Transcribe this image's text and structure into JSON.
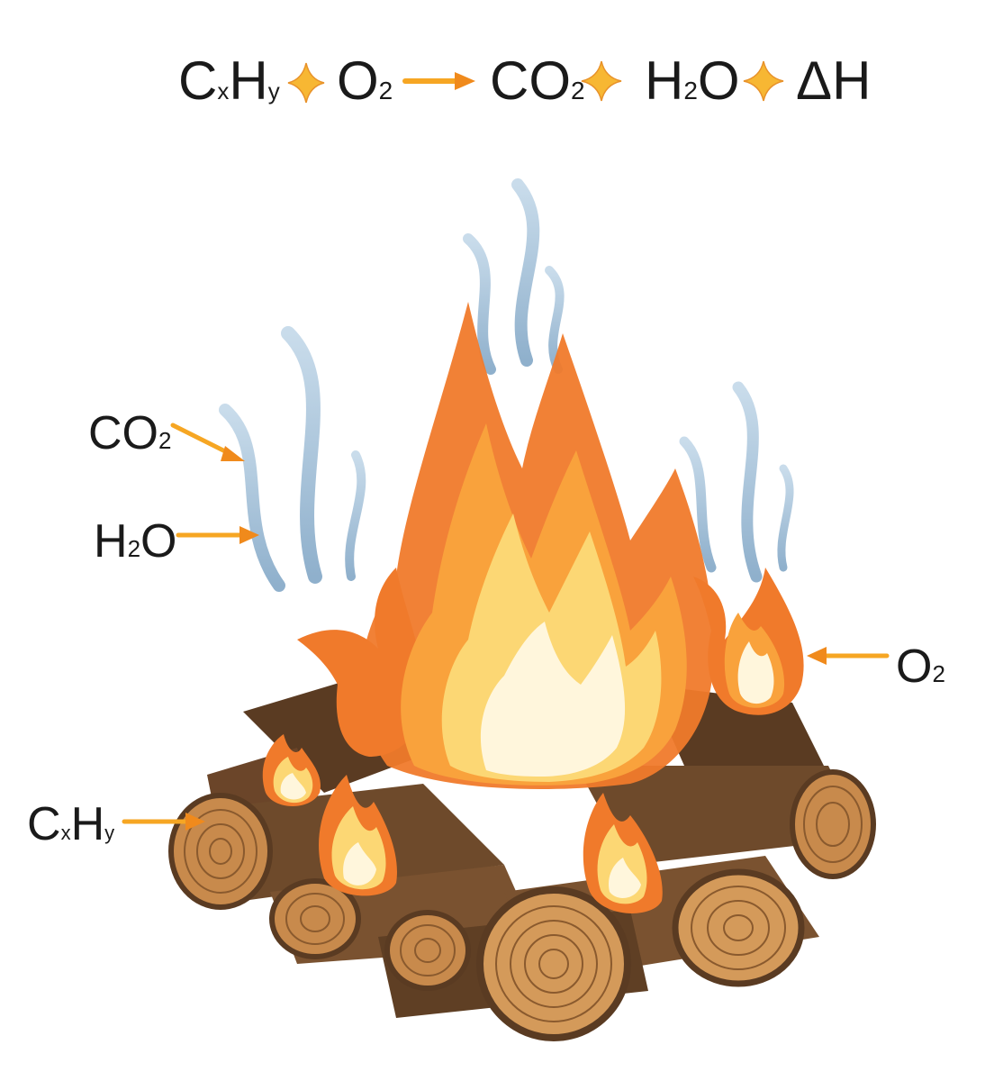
{
  "colors": {
    "text": "#1a1a1a",
    "arrow": "#f6a623",
    "arrow_outline": "#e07b12",
    "plus": "#f7b733",
    "smoke": "#a9c4db",
    "flame_outer": "#f07a2b",
    "flame_mid": "#f9a23c",
    "flame_inner": "#fcd774",
    "flame_core": "#fff6dc",
    "wood_dark": "#5a3b22",
    "wood_bark": "#7a5230",
    "wood_face": "#d49a5a",
    "wood_ring": "#8a5a2e"
  },
  "equation": {
    "reactant_fuel": {
      "main": "C",
      "sub1": "x",
      "main2": "H",
      "sub2": "y"
    },
    "plus_1": "+",
    "reactant_oxygen": {
      "main": "O",
      "sub": "2"
    },
    "arrow": "yields-arrow",
    "product_co2": {
      "main": "CO",
      "sub": "2"
    },
    "plus_2": "+",
    "product_water": {
      "main": "H",
      "sub": "2",
      "main2": "O"
    },
    "plus_3": "+",
    "enthalpy": "ΔH"
  },
  "labels": {
    "co2": {
      "main": "CO",
      "sub": "2"
    },
    "h2o": {
      "main": "H",
      "sub": "2",
      "main2": "O"
    },
    "o2": {
      "main": "O",
      "sub": "2"
    },
    "fuel": {
      "main": "C",
      "sub1": "x",
      "main2": "H",
      "sub2": "y"
    }
  }
}
